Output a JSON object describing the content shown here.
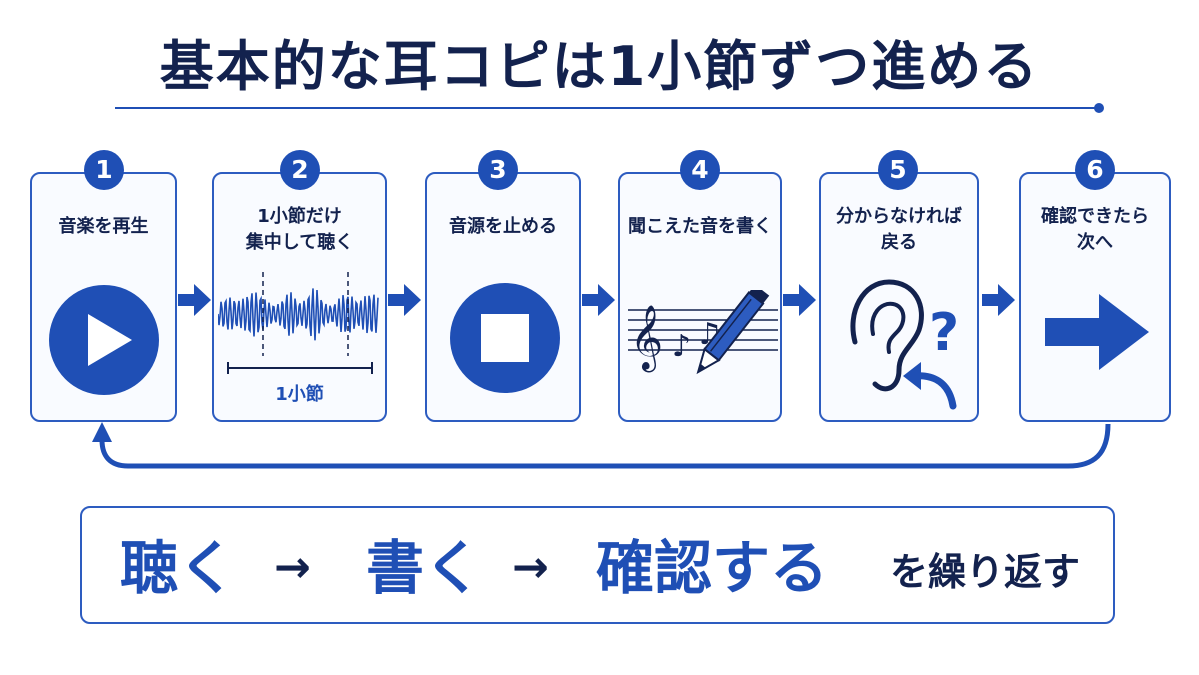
{
  "title": "基本的な耳コピは1小節ずつ進める",
  "steps": [
    {
      "number": "1",
      "label": "音楽を再生"
    },
    {
      "number": "2",
      "label_line1": "1小節だけ",
      "label_line2": "集中して聴く",
      "measure_label": "1小節"
    },
    {
      "number": "3",
      "label": "音源を止める"
    },
    {
      "number": "4",
      "label": "聞こえた音を書く"
    },
    {
      "number": "5",
      "label_line1": "分からなければ",
      "label_line2": "戻る"
    },
    {
      "number": "6",
      "label_line1": "確認できたら",
      "label_line2": "次へ"
    }
  ],
  "summary": {
    "word1": "聴く",
    "arrow1": "→",
    "word2": "書く",
    "arrow2": "→",
    "word3": "確認する",
    "tail": "を繰り返す"
  },
  "colors": {
    "accent": "#1f4fb5",
    "dark": "#13224e",
    "card_border": "#2d5cc0"
  }
}
